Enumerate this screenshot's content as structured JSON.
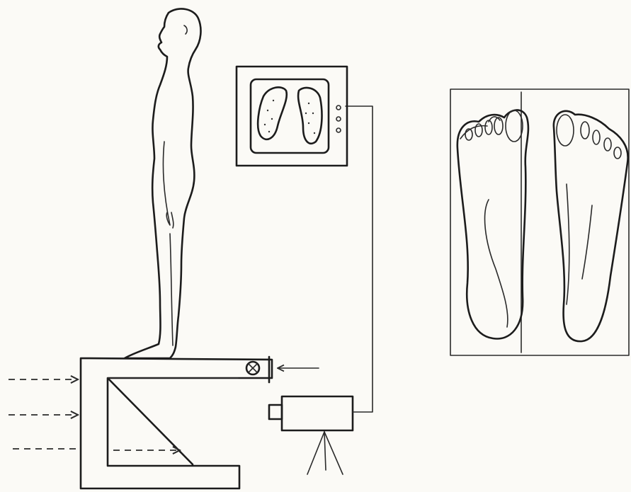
{
  "figure": {
    "elements": [
      "standing-person",
      "glass-platform",
      "mirror",
      "light-source",
      "video-camera",
      "tripod",
      "monitor",
      "footprint-photo"
    ],
    "colors": {
      "ink": "#1c1c1c",
      "paper": "#fbfaf6"
    }
  }
}
